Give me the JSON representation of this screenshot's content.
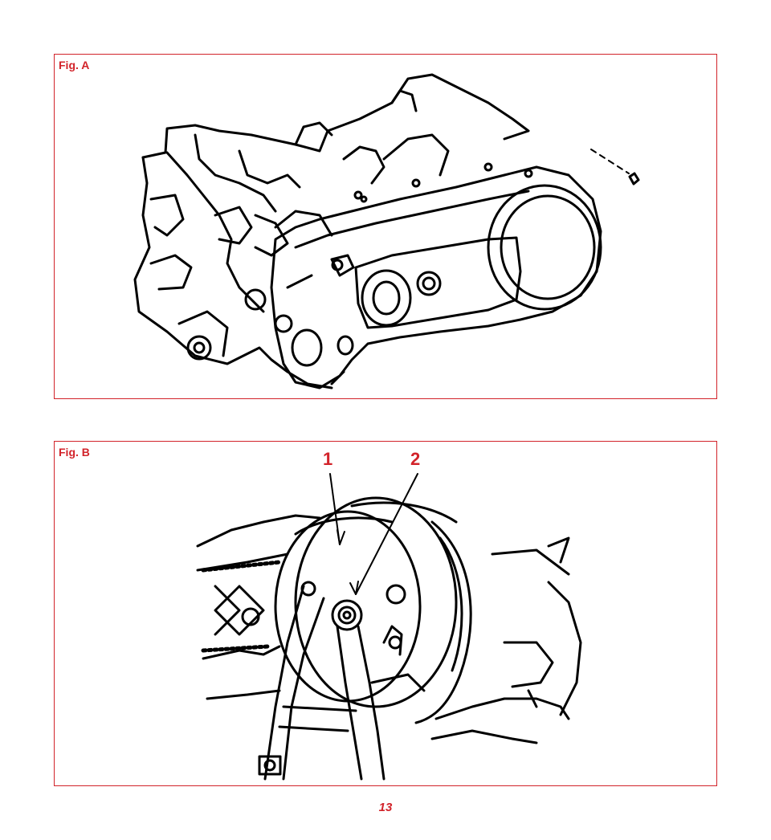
{
  "figures": [
    {
      "label": "Fig. A"
    },
    {
      "label": "Fig. B",
      "callouts": [
        "1",
        "2"
      ]
    }
  ],
  "page_number": "13",
  "colors": {
    "accent": "#d2232a",
    "line": "#000000"
  }
}
